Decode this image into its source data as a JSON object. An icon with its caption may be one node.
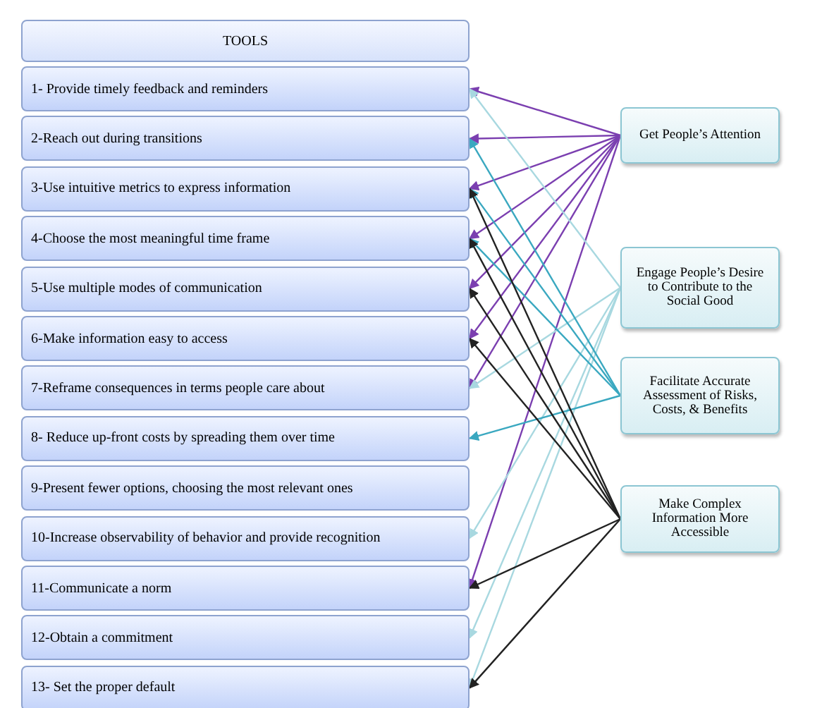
{
  "diagram": {
    "nodes": [
      {
        "text": [
          "TOOLS"
        ]
      },
      {
        "text": [
          "1- Provide timely feedback and  reminders"
        ]
      },
      {
        "text": [
          "2-Reach out during transitions"
        ]
      },
      {
        "text": [
          "3-Use intuitive metrics to express information"
        ]
      },
      {
        "text": [
          "4-Choose the most meaningful time frame"
        ]
      },
      {
        "text": [
          "5-Use multiple modes of communication"
        ]
      },
      {
        "text": [
          "6-Make information easy to access"
        ]
      },
      {
        "text": [
          "7-Reframe consequences in terms people care about"
        ]
      },
      {
        "text": [
          "8- Reduce up-front costs by spreading them over time"
        ]
      },
      {
        "text": [
          "9-Present fewer options, choosing the most relevant ones"
        ]
      },
      {
        "text": [
          "10-Increase observability of behavior and provide recognition"
        ]
      },
      {
        "text": [
          "11-Communicate a norm"
        ]
      },
      {
        "text": [
          "12-Obtain a commitment"
        ]
      },
      {
        "text": [
          "13- Set the proper default"
        ]
      },
      {
        "text": [
          "Get People’s Attention"
        ]
      },
      {
        "text": [
          "Engage People’s Desire to Contribute to the Social Good"
        ]
      },
      {
        "text": [
          "Facilitate Accurate Assessment of Risks, Costs, & Benefits"
        ]
      },
      {
        "text": [
          "Make Complex Information More Accessible"
        ]
      }
    ],
    "edges": [
      {
        "from": 14,
        "to": 1,
        "arrow": "to"
      },
      {
        "from": 14,
        "to": 2,
        "arrow": "to"
      },
      {
        "from": 14,
        "to": 3,
        "arrow": "to"
      },
      {
        "from": 14,
        "to": 4,
        "arrow": "to"
      },
      {
        "from": 14,
        "to": 5,
        "arrow": "to"
      },
      {
        "from": 14,
        "to": 6,
        "arrow": "to"
      },
      {
        "from": 14,
        "to": 7,
        "arrow": "to"
      },
      {
        "from": 14,
        "to": 11,
        "arrow": "to"
      },
      {
        "from": 15,
        "to": 1,
        "arrow": "to",
        "color": "#a8d8e0"
      },
      {
        "from": 15,
        "to": 7,
        "arrow": "to",
        "color": "#a8d8e0"
      },
      {
        "from": 15,
        "to": 10,
        "arrow": "to",
        "color": "#a8d8e0"
      },
      {
        "from": 15,
        "to": 12,
        "arrow": "to",
        "color": "#a8d8e0"
      },
      {
        "from": 15,
        "to": 13,
        "arrow": "to",
        "color": "#a8d8e0"
      },
      {
        "from": 16,
        "to": 2,
        "arrow": "to",
        "color": "#3aa8c0"
      },
      {
        "from": 16,
        "to": 3,
        "arrow": "to",
        "color": "#3aa8c0"
      },
      {
        "from": 16,
        "to": 4,
        "arrow": "to",
        "color": "#3aa8c0"
      },
      {
        "from": 16,
        "to": 8,
        "arrow": "to",
        "color": "#3aa8c0"
      },
      {
        "from": 17,
        "to": 3,
        "arrow": "to",
        "color": "#222222"
      },
      {
        "from": 17,
        "to": 4,
        "arrow": "to",
        "color": "#222222"
      },
      {
        "from": 17,
        "to": 5,
        "arrow": "to",
        "color": "#222222"
      },
      {
        "from": 17,
        "to": 6,
        "arrow": "to",
        "color": "#222222"
      },
      {
        "from": 17,
        "to": 11,
        "arrow": "to",
        "color": "#222222"
      },
      {
        "from": 17,
        "to": 13,
        "arrow": "to",
        "color": "#222222"
      }
    ]
  }
}
